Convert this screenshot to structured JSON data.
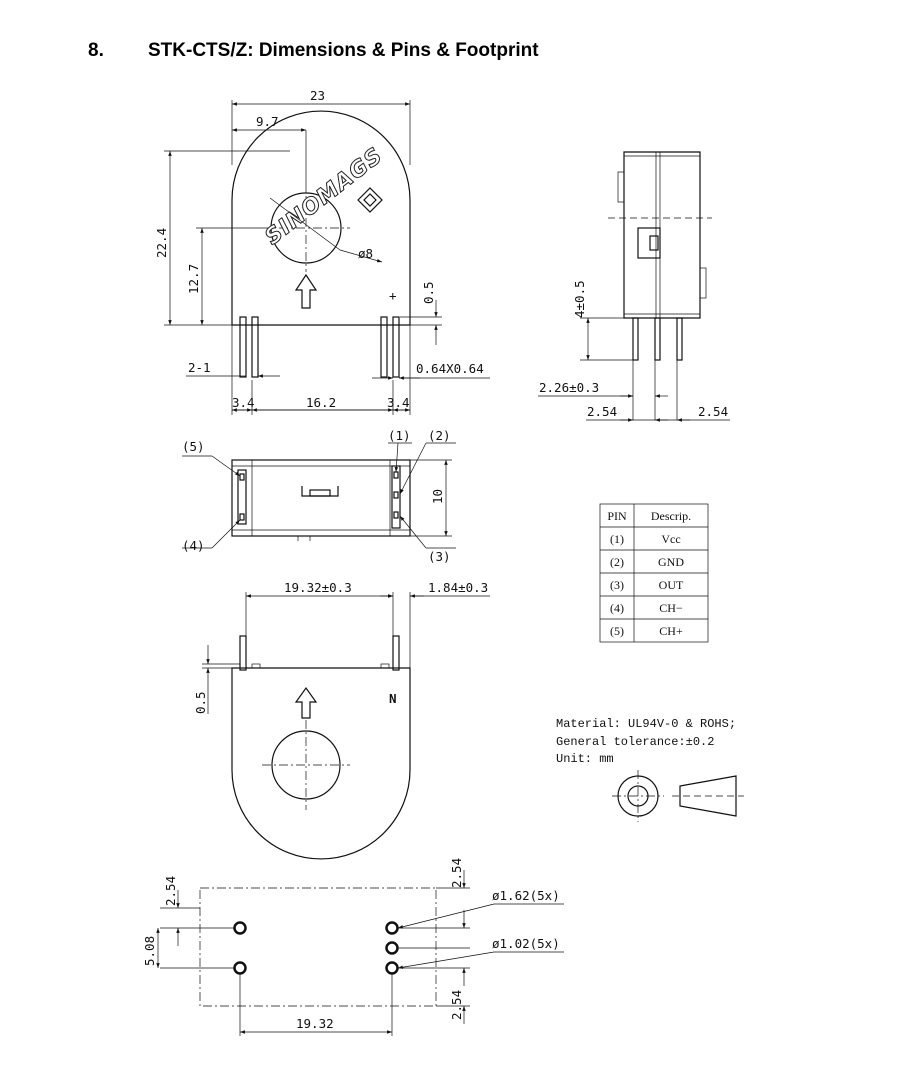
{
  "section": {
    "number": "8.",
    "title": "STK-CTS/Z: Dimensions & Pins & Footprint"
  },
  "brand": {
    "name": "SINOMAGS"
  },
  "front_view": {
    "dim_width": "23",
    "dim_center_offset": "9.7",
    "dim_height": "22.4",
    "dim_center_height": "12.7",
    "dim_hole": "ø8",
    "dim_bevel": "0.5",
    "dim_pin_section": "0.64X0.64",
    "dim_pin_group": "2-1",
    "dim_edge_left": "3.4",
    "dim_pin_span": "16.2",
    "dim_edge_right": "3.4",
    "plus_mark": "+"
  },
  "side_view": {
    "dim_pin_length": "4±0.5",
    "dim_pin_offset": "2.26±0.3",
    "dim_pitch_left": "2.54",
    "dim_pitch_right": "2.54"
  },
  "bottom_view": {
    "pin_labels": [
      "(5)",
      "(4)",
      "(1)",
      "(2)",
      "(3)"
    ],
    "dim_depth": "10"
  },
  "rear_view": {
    "dim_pin_span": "19.32±0.3",
    "dim_pin_edge": "1.84±0.3",
    "dim_bevel": "0.5",
    "marking": "N"
  },
  "pin_table": {
    "headers": [
      "PIN",
      "Descrip."
    ],
    "rows": [
      [
        "(1)",
        "Vcc"
      ],
      [
        "(2)",
        "GND"
      ],
      [
        "(3)",
        "OUT"
      ],
      [
        "(4)",
        "CH−"
      ],
      [
        "(5)",
        "CH+"
      ]
    ]
  },
  "notes": {
    "material": "Material: UL94V-0 & ROHS;",
    "tolerance": "General tolerance:±0.2",
    "unit": "Unit: mm"
  },
  "footprint": {
    "dim_top_left": "2.54",
    "dim_pitch_left": "5.08",
    "dim_top_right": "2.54",
    "dim_bottom_right": "2.54",
    "dim_large_hole": "ø1.62(5x)",
    "dim_small_hole": "ø1.02(5x)",
    "dim_span": "19.32"
  }
}
